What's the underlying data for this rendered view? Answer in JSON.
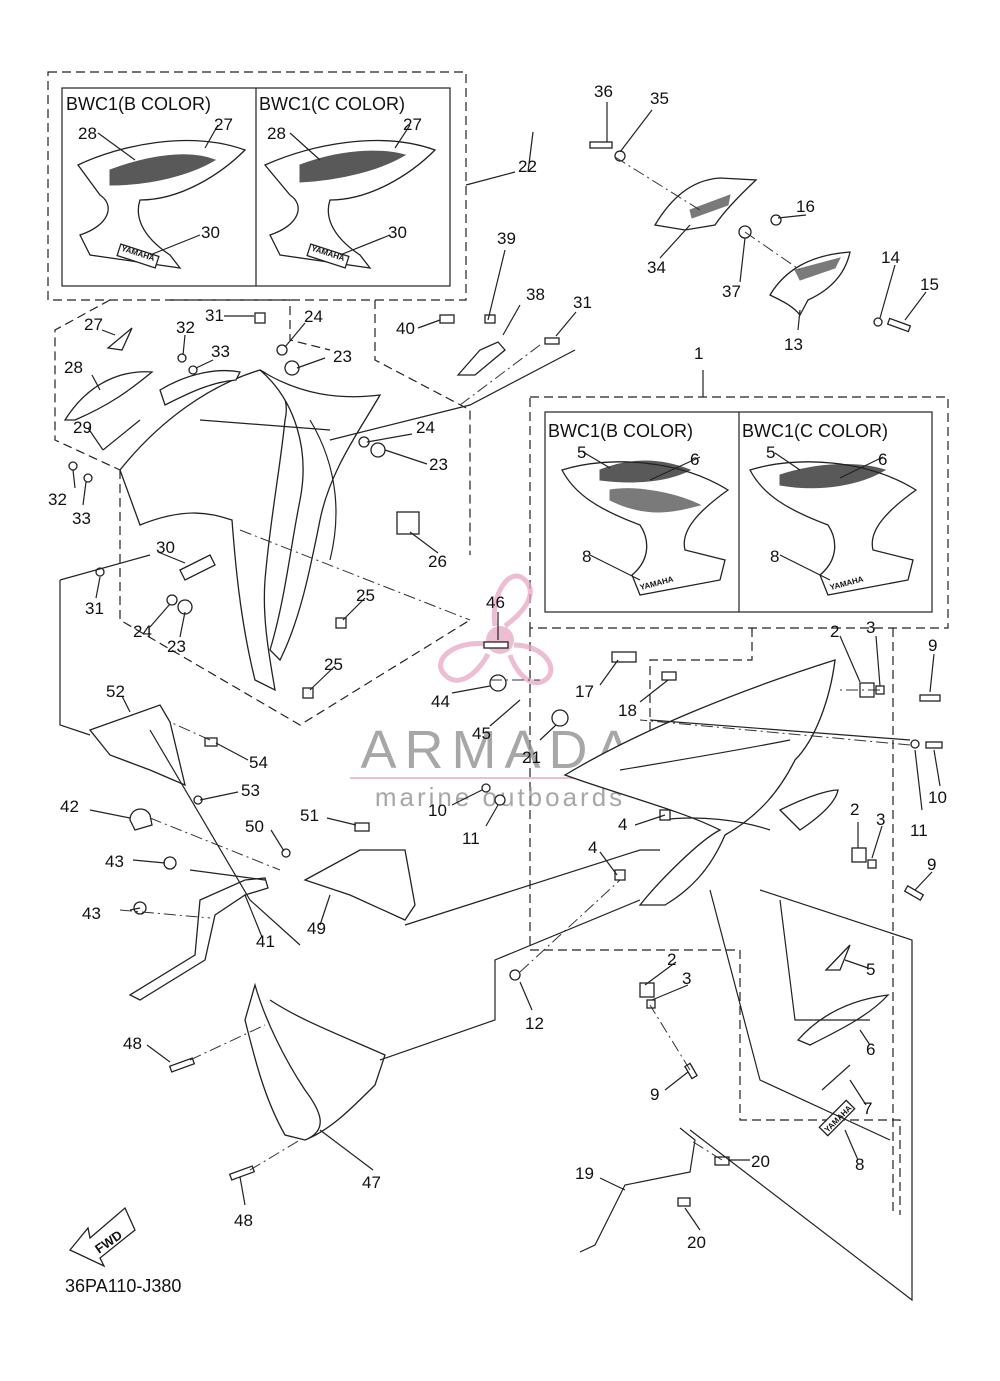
{
  "diagram_code": "36PA110-J380",
  "fwd_label": "FWD",
  "watermark": {
    "brand": "ARMADA",
    "tagline": "marine outboards",
    "color": "#e0a0c0"
  },
  "boxes": {
    "top_left": {
      "left_title": "BWC1(B COLOR)",
      "right_title": "BWC1(C COLOR)"
    },
    "right": {
      "left_title": "BWC1(B COLOR)",
      "right_title": "BWC1(C COLOR)"
    }
  },
  "emblem_text": "YAMAHA",
  "labels": {
    "l1": "1",
    "l2a": "2",
    "l2b": "2",
    "l2c": "2",
    "l3a": "3",
    "l3b": "3",
    "l3c": "3",
    "l4a": "4",
    "l4b": "4",
    "l5a": "5",
    "l5b": "5",
    "l5c": "5",
    "l6a": "6",
    "l6b": "6",
    "l6c": "6",
    "l7": "7",
    "l8a": "8",
    "l8b": "8",
    "l8c": "8",
    "l9a": "9",
    "l9b": "9",
    "l9c": "9",
    "l10a": "10",
    "l10b": "10",
    "l11a": "11",
    "l11b": "11",
    "l12": "12",
    "l13": "13",
    "l14": "14",
    "l15": "15",
    "l16": "16",
    "l17": "17",
    "l18": "18",
    "l19": "19",
    "l20a": "20",
    "l20b": "20",
    "l21": "21",
    "l22": "22",
    "l23a": "23",
    "l23b": "23",
    "l23c": "23",
    "l24a": "24",
    "l24b": "24",
    "l24c": "24",
    "l25a": "25",
    "l25b": "25",
    "l26": "26",
    "l27a": "27",
    "l27b": "27",
    "l27c": "27",
    "l28a": "28",
    "l28b": "28",
    "l28c": "28",
    "l29": "29",
    "l30a": "30",
    "l30b": "30",
    "l30c": "30",
    "l31a": "31",
    "l31b": "31",
    "l31c": "31",
    "l32a": "32",
    "l32b": "32",
    "l33a": "33",
    "l33b": "33",
    "l34": "34",
    "l35": "35",
    "l36": "36",
    "l37": "37",
    "l38": "38",
    "l39": "39",
    "l40": "40",
    "l41": "41",
    "l42": "42",
    "l43a": "43",
    "l43b": "43",
    "l44": "44",
    "l45": "45",
    "l46": "46",
    "l47": "47",
    "l48a": "48",
    "l48b": "48",
    "l49": "49",
    "l50": "50",
    "l51": "51",
    "l52": "52",
    "l53": "53",
    "l54": "54"
  }
}
